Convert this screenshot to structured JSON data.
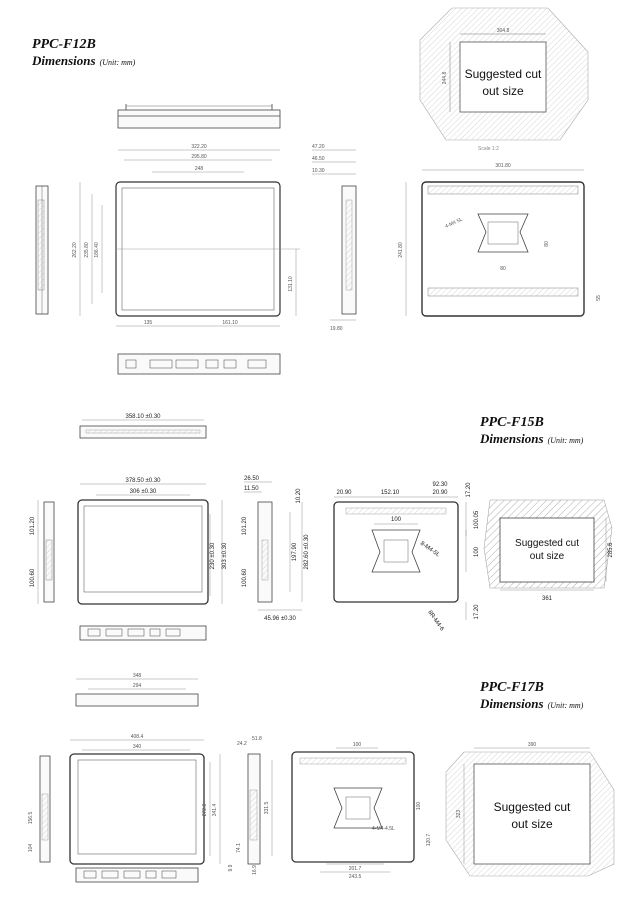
{
  "f12b": {
    "model": "PPC-F12B",
    "dimensions": "Dimensions",
    "unit": "(Unit: mm)",
    "cutout_label": "Suggested cut out size",
    "cutout_width": "304.8",
    "cutout_height": "244.8",
    "scale": "Scale 1:2",
    "top_width": "322.20",
    "inner_width": "295.80",
    "screen_width": "248",
    "overall_height": "262.20",
    "inner_height": "235.80",
    "screen_height": "186.40",
    "mid_height": "131.10",
    "bottom_left": "135",
    "bottom_right": "161.10",
    "side_47": "47.20",
    "side_46": "46.50",
    "side_10": "10.30",
    "side_19": "19.80",
    "rear_width": "301.80",
    "rear_height": "241.80",
    "rear_80a": "80",
    "rear_80b": "80",
    "rear_55": "55",
    "rear_screw": "4-M4 5L"
  },
  "f15b": {
    "model": "PPC-F15B",
    "dimensions": "Dimensions",
    "unit": "(Unit: mm)",
    "cutout_label": "Suggested cut out size",
    "cutout_height": "285.6",
    "cutout_width": "361",
    "top_width": "358.10 ±0.30",
    "front_width": "378.50 ±0.30",
    "front_inner": "306 ±0.30",
    "left_101": "101.20",
    "left_100": "100.60",
    "screen_230": "230 ±0.30",
    "screen_303": "303 ±0.30",
    "side_26": "26.50",
    "side_11": "11.50",
    "side_10": "10.20",
    "side_101": "101.20",
    "side_100": "100.60",
    "side_197": "197.90",
    "side_282": "282.60 ±0.30",
    "side_45": "45.96 ±0.30",
    "rear_20a": "20.90",
    "rear_152": "152.10",
    "rear_92": "92.30",
    "rear_20b": "20.90",
    "rear_17a": "17.20",
    "rear_100w": "100",
    "rear_100_05": "100.05",
    "rear_100h": "100",
    "rear_17b": "17.20",
    "rear_screw1": "8-M4-5L",
    "rear_screw2": "8R-M4-6"
  },
  "f17b": {
    "model": "PPC-F17B",
    "dimensions": "Dimensions",
    "unit": "(Unit: mm)",
    "cutout_label": "Suggested cut out size",
    "cutout_width": "390",
    "cutout_height": "323",
    "top_348": "348",
    "top_294": "294",
    "front_408": "408.4",
    "front_340": "340",
    "left_156": "156.5",
    "left_104": "104",
    "right_272": "272.3",
    "right_341": "341.4",
    "side_24": "24.2",
    "side_51": "51.8",
    "side_331": "331.5",
    "side_74": "74.1",
    "side_9": "9.9",
    "side_16": "16.9",
    "rear_100w": "100",
    "rear_100h": "100",
    "rear_120": "120.7",
    "rear_201": "201.7",
    "rear_243": "243.5",
    "rear_screw": "4-M4-4.5L"
  }
}
